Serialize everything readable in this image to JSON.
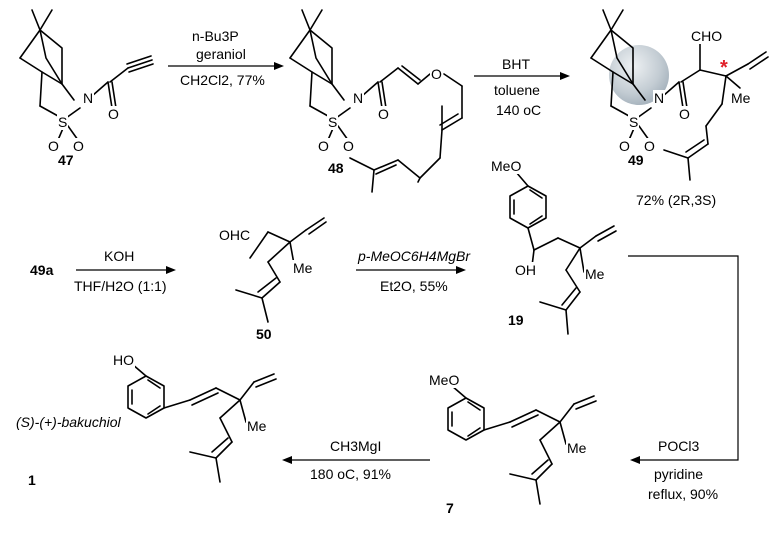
{
  "compounds": {
    "c47": {
      "label": "47"
    },
    "c48": {
      "label": "48"
    },
    "c49": {
      "label": "49",
      "yield": "72% (2R,3S)"
    },
    "c49a": {
      "label": "49a"
    },
    "c50": {
      "label": "50"
    },
    "c19": {
      "label": "19"
    },
    "c7": {
      "label": "7"
    },
    "c1": {
      "label": "1",
      "name": "(S)-(+)-bakuchiol"
    }
  },
  "atoms": {
    "N": "N",
    "S": "S",
    "O": "O",
    "CHO": "CHO",
    "OHC": "OHC",
    "Me": "Me",
    "MeO": "MeO",
    "OH": "OH",
    "HO": "HO"
  },
  "steps": {
    "s1": {
      "line1": "n-Bu3P",
      "line2": "geraniol",
      "line3": "CH2Cl2, 77%"
    },
    "s2": {
      "line1": "BHT",
      "line2": "toluene",
      "line3": "140 oC"
    },
    "s3": {
      "line1": "KOH",
      "line2": "THF/H2O (1:1)"
    },
    "s4": {
      "line1": "p-MeOC6H4MgBr",
      "line2": "Et2O, 55%"
    },
    "s5": {
      "line1": "POCl3",
      "line2": "pyridine",
      "line3": "reflux, 90%"
    },
    "s6": {
      "line1": "CH3MgI",
      "line2": "180 oC, 91%"
    }
  },
  "colors": {
    "stereocenter_star": "#e0202a",
    "sphere": "#b9c4cc"
  }
}
